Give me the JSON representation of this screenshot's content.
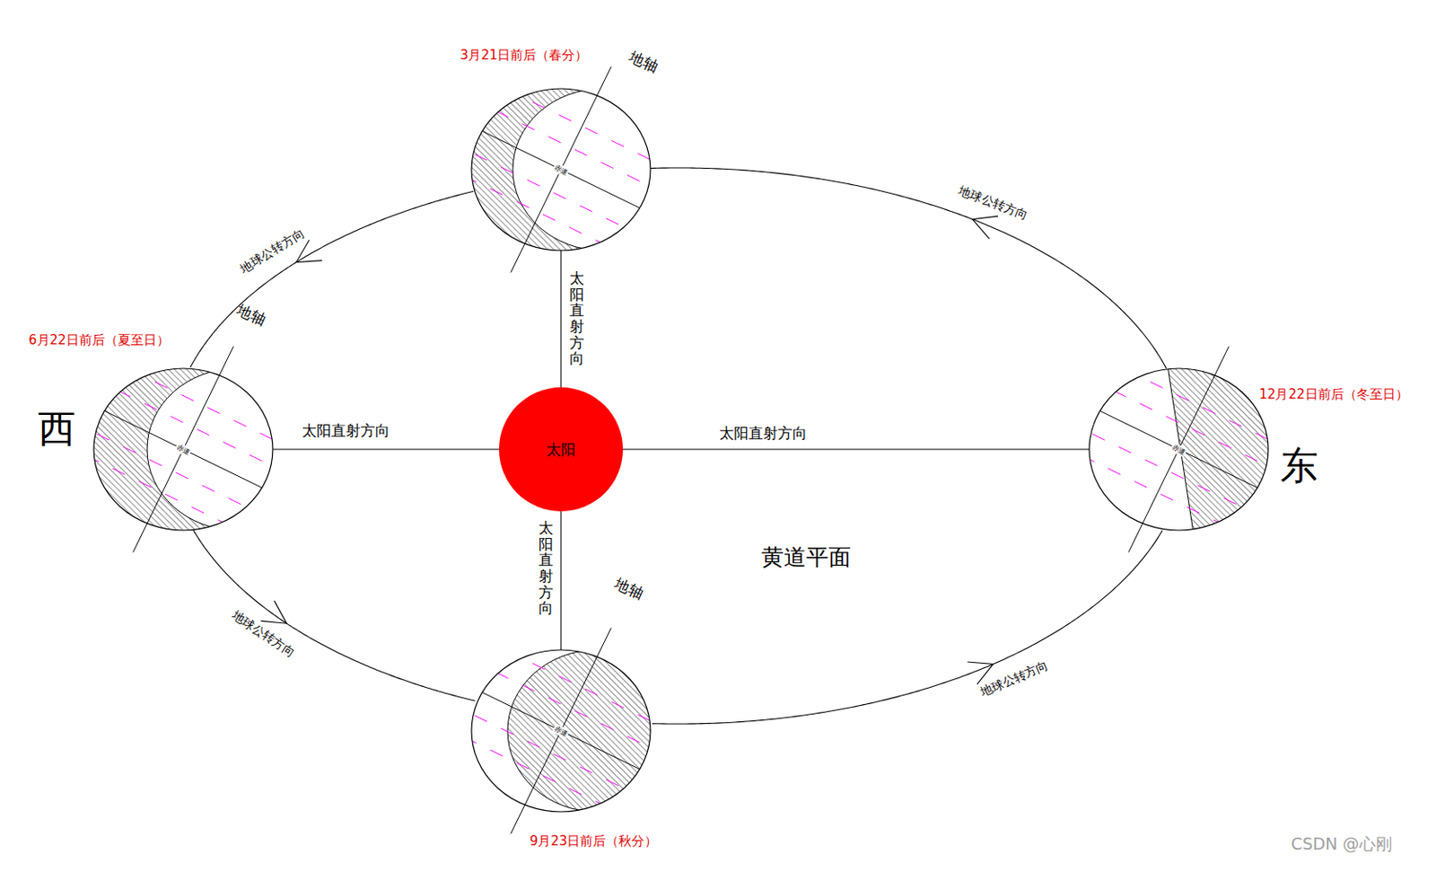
{
  "diagram": {
    "nodes": [
      {
        "text": [
          "赤道"
        ]
      },
      {
        "text": [
          "赤道"
        ]
      },
      {
        "text": [
          "太阳"
        ]
      },
      {
        "text": [
          "赤道"
        ]
      },
      {
        "text": [
          "赤道"
        ]
      }
    ],
    "edges": [
      {
        "from": 2,
        "to": 0,
        "arrow": "none",
        "label": "太阳直射方向"
      },
      {
        "from": 2,
        "to": 1,
        "arrow": "none",
        "label": "太阳直射方向"
      },
      {
        "from": 2,
        "to": 3,
        "arrow": "none",
        "label": "太阳直射方向"
      },
      {
        "from": 2,
        "to": 4,
        "arrow": "none",
        "label": "太阳直射方向"
      },
      {
        "from": 3,
        "to": 0,
        "arrow": "to",
        "label": "地球公转方向"
      },
      {
        "from": 0,
        "to": 1,
        "arrow": "to",
        "label": "地球公转方向"
      },
      {
        "from": 1,
        "to": 4,
        "arrow": "to",
        "label": "地球公转方向"
      },
      {
        "from": 4,
        "to": 3,
        "arrow": "to",
        "label": "地球公转方向"
      }
    ],
    "labels": [
      "3月21日前后（春分）",
      "地轴",
      "6月22日前后（夏至日）",
      "地轴",
      "西",
      "12月22日前后（冬至日）",
      "东",
      "黄道平面",
      "地轴",
      "9月23日前后（秋分）",
      "CSDN @心刚"
    ]
  }
}
